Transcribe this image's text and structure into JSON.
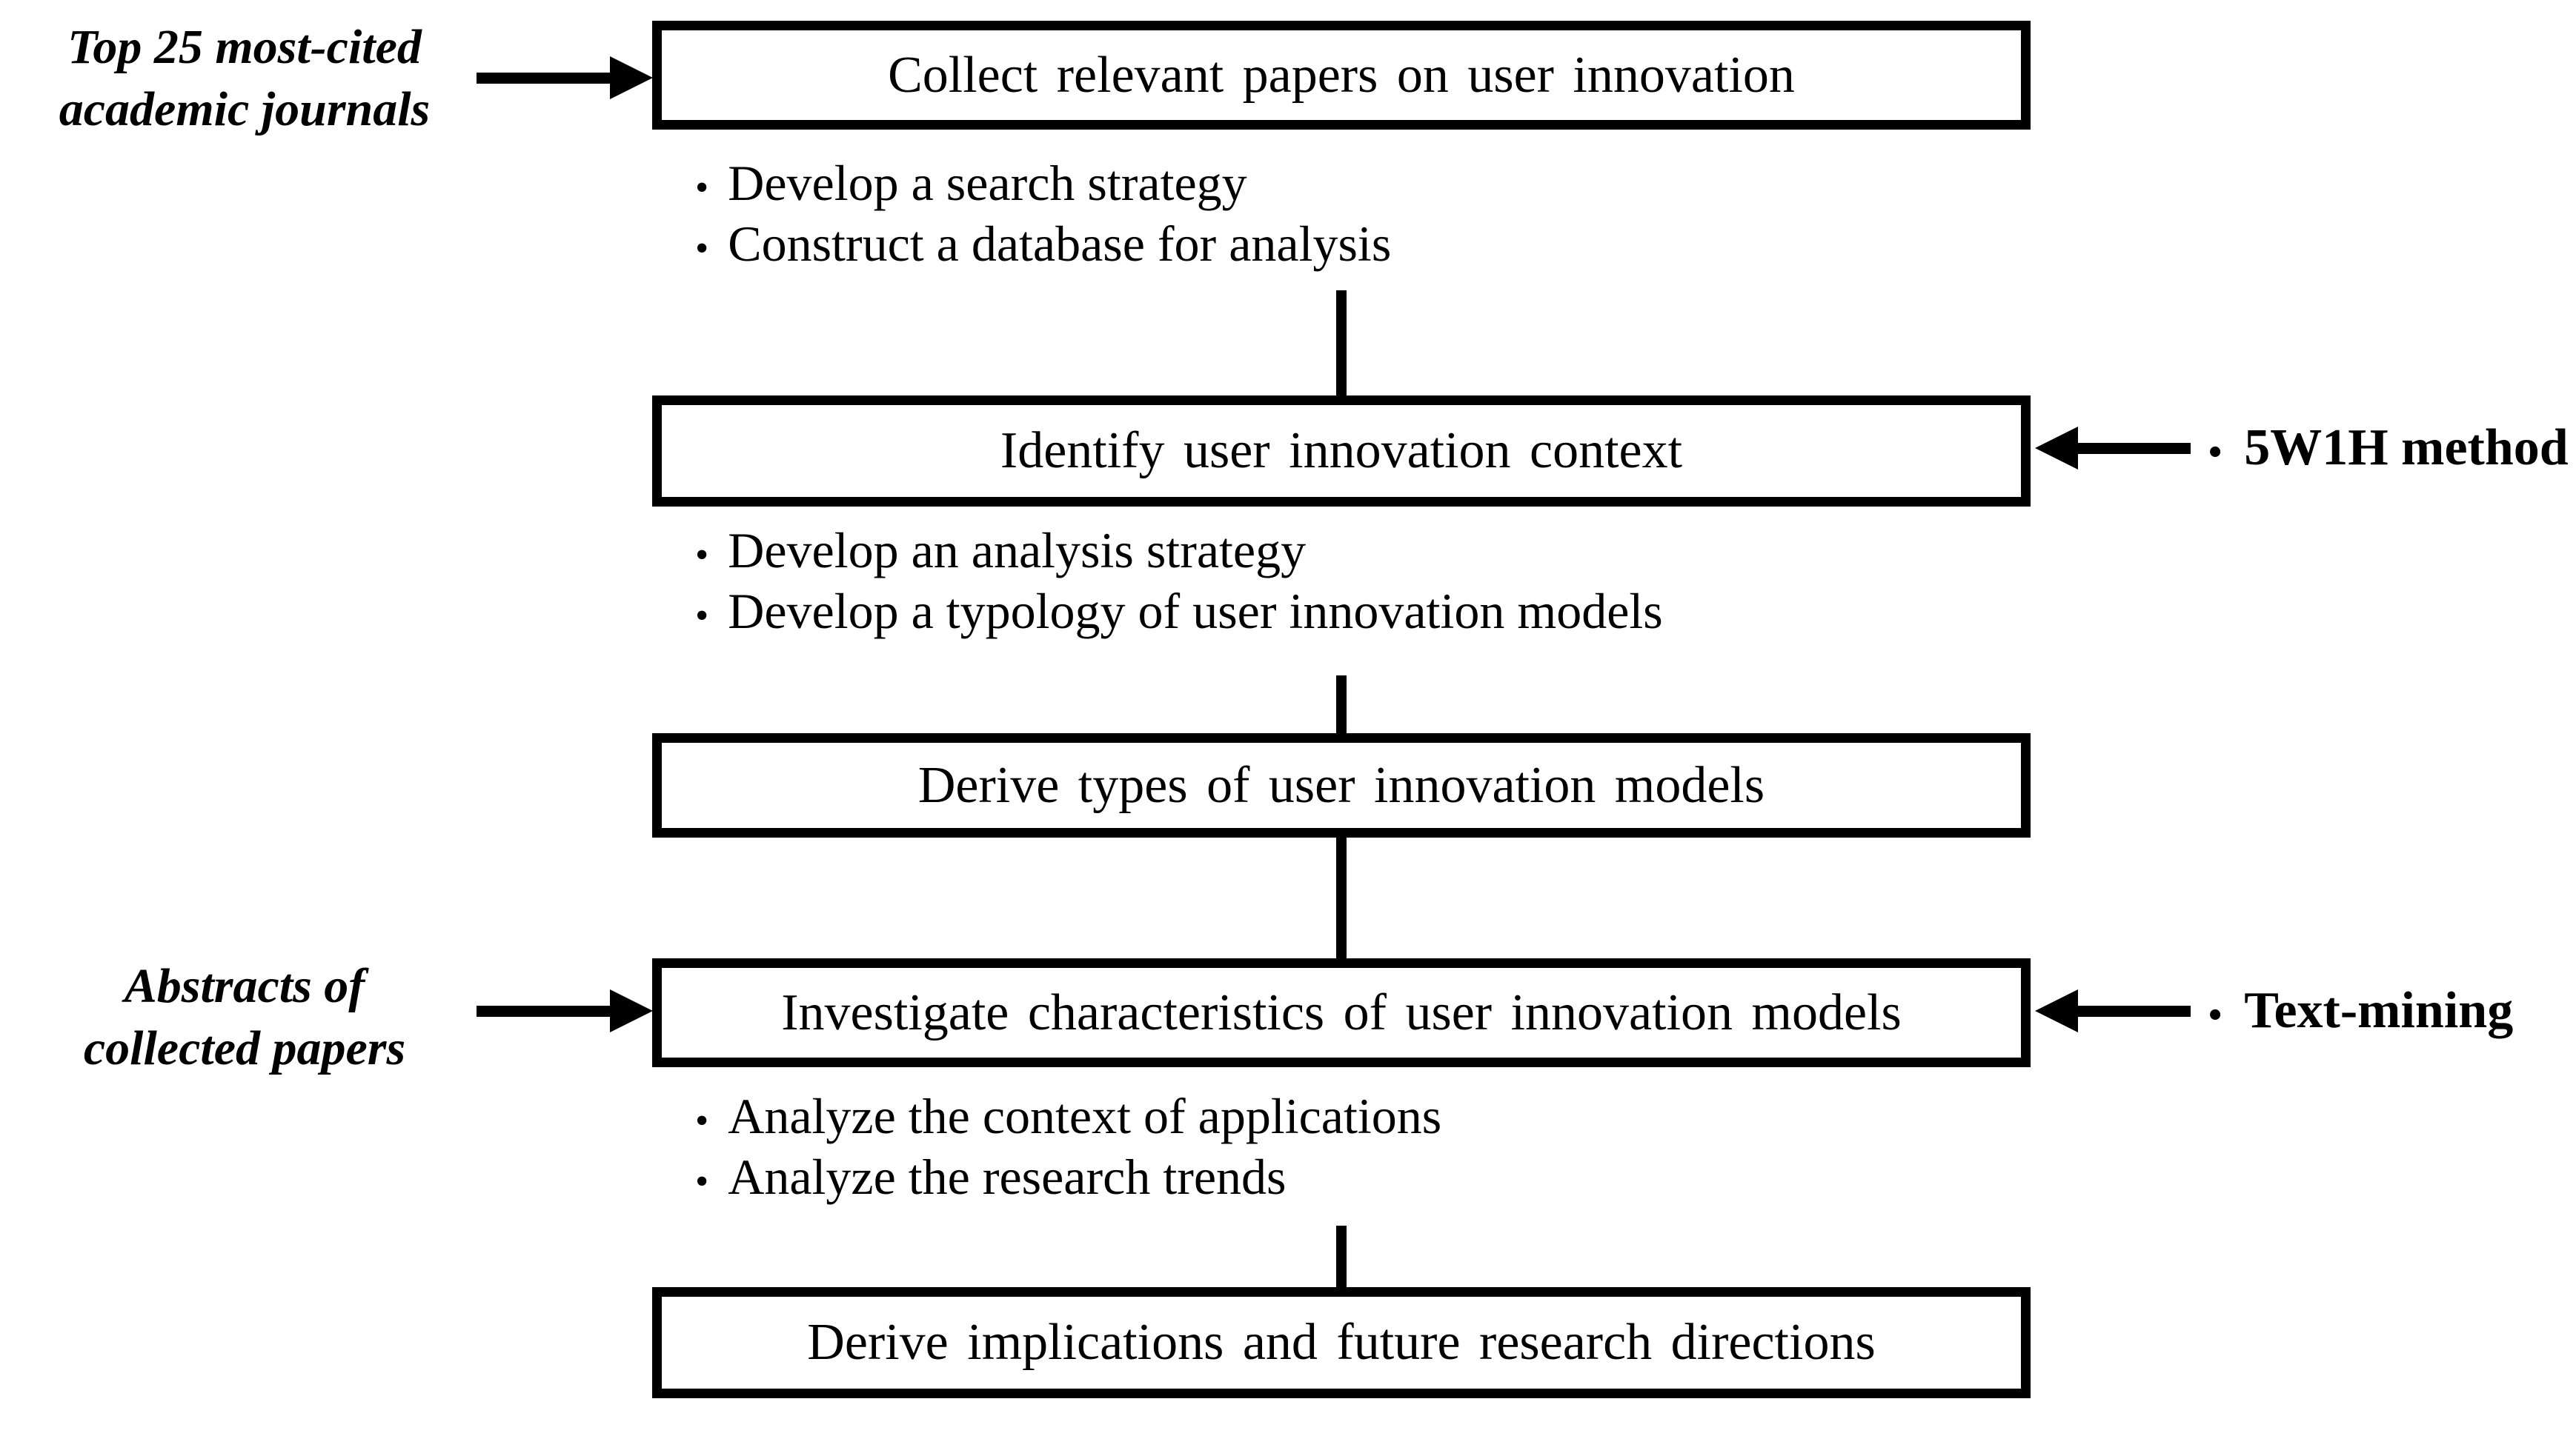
{
  "bullet_char": "•",
  "colors": {
    "ink": "#000000",
    "background": "#ffffff"
  },
  "flow": {
    "steps": [
      {
        "title": "Collect relevant papers on user innovation",
        "substeps": [
          "Develop a search strategy",
          "Construct a database for analysis"
        ]
      },
      {
        "title": "Identify user innovation context",
        "substeps": [
          "Develop an analysis strategy",
          "Develop a typology of user innovation models"
        ]
      },
      {
        "title": "Derive types of user innovation models",
        "substeps": []
      },
      {
        "title": "Investigate characteristics of user innovation models",
        "substeps": [
          "Analyze the context of applications",
          "Analyze the research trends"
        ]
      },
      {
        "title": "Derive implications and future research directions",
        "substeps": []
      }
    ],
    "inputs_left": [
      {
        "lines": [
          "Top 25 most-cited",
          "academic journals"
        ],
        "target": "Collect relevant papers on user innovation"
      },
      {
        "lines": [
          "Abstracts of",
          "collected papers"
        ],
        "target": "Investigate characteristics of user innovation models"
      }
    ],
    "inputs_right": [
      {
        "label": "5W1H method",
        "target": "Identify user innovation context"
      },
      {
        "label": "Text-mining",
        "target": "Investigate characteristics of user innovation models"
      }
    ]
  }
}
